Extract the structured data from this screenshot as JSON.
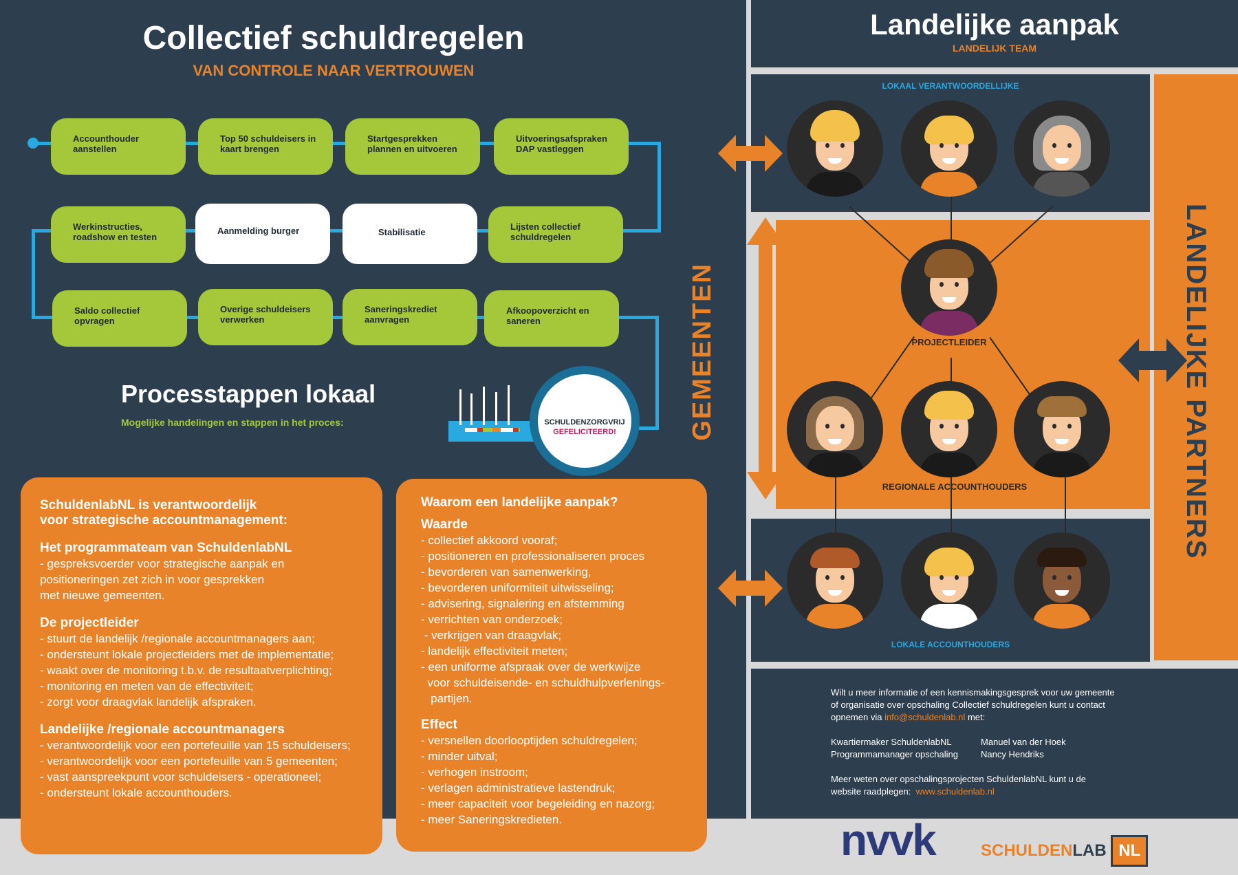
{
  "left": {
    "title": "Collectief schuldregelen",
    "subtitle": "VAN CONTROLE NAAR VERTROUWEN",
    "steps": [
      "Accounthouder aanstellen",
      "Top 50 schuldeisers in kaart brengen",
      "Startgesprekken plannen en uitvoeren",
      "Uitvoeringsafspraken DAP vastleggen",
      "Werkinstructies, roadshow en testen",
      "Aanmelding burger",
      "Stabilisatie",
      "Lijsten collectief schuldregelen",
      "Saldo collectief opvragen",
      "Overige schuldeisers verwerken",
      "Saneringskrediet aanvragen",
      "Afkoopoverzicht en saneren"
    ],
    "process_title": "Processtappen lokaal",
    "process_subtitle": "Mogelijke handelingen en stappen in het proces:",
    "finish_line1": "SCHULDENZORGVRIJ",
    "finish_line2": "GEFELICITEERD!",
    "gemeenten": "GEMEENTEN"
  },
  "box1": {
    "h1": "SchuldenlabNL is verantwoordelijk",
    "h1b": "voor strategische accountmanagement:",
    "s1_title": "Het programmateam van SchuldenlabNL",
    "s1_lines": [
      "- gespreksvoerder voor strategische aanpak en",
      "positioneringen zet zich in voor gesprekken",
      "met nieuwe gemeenten."
    ],
    "s2_title": "De projectleider",
    "s2_lines": [
      "- stuurt de landelijk /regionale accountmanagers aan;",
      "- ondersteunt lokale projectleiders met de implementatie;",
      "- waakt over de monitoring t.b.v. de resultaatverplichting;",
      "- monitoring en meten van de effectiviteit;",
      "- zorgt voor draagvlak landelijk afspraken."
    ],
    "s3_title": "Landelijke /regionale accountmanagers",
    "s3_lines": [
      "- verantwoordelijk voor een portefeuille van 15 schuldeisers;",
      "- verantwoordelijk voor een portefeuille van 5 gemeenten;",
      "- vast aanspreekpunt voor schuldeisers - operationeel;",
      "- ondersteunt lokale accounthouders."
    ]
  },
  "box2": {
    "h1": "Waarom een landelijke aanpak?",
    "s1_title": "Waarde",
    "s1_lines": [
      "- collectief akkoord vooraf;",
      "- positioneren en professionaliseren proces",
      "- bevorderen van samenwerking,",
      "- bevorderen uniformiteit uitwisseling;",
      "- advisering, signalering en afstemming",
      "- verrichten van onderzoek;",
      " - verkrijgen van draagvlak;",
      "- landelijk effectiviteit meten;",
      "- een uniforme afspraak over de werkwijze",
      "  voor schuldeisende- en schuldhulpverlenings-",
      "   partijen."
    ],
    "s2_title": "Effect",
    "s2_lines": [
      "- versnellen doorlooptijden schuldregelen;",
      "- minder uitval;",
      "- verhogen instroom;",
      "- verlagen administratieve lastendruk;",
      "- meer capaciteit voor begeleiding en nazorg;",
      "- meer Saneringskredieten."
    ]
  },
  "right": {
    "title": "Landelijke aanpak",
    "subtitle": "LANDELIJK TEAM",
    "lokaal_verantwoordelijke": "LOKAAL VERANTWOORDELLIJKE",
    "projectleider": "PROJECTLEIDER",
    "regionale": "REGIONALE ACCOUNTHOUDERS",
    "lokale": "LOKALE ACCOUNTHOUDERS",
    "partners": "LANDELIJKE PARTNERS"
  },
  "contact": {
    "p1": "Wilt u meer  informatie of een kennismakingsgesprek voor uw gemeente",
    "p2": "of organisatie over opschaling Collectief schuldregelen kunt u contact",
    "p3a": "opnemen via ",
    "email": "info@schuldenlab.nl",
    "p3b": " met:",
    "n1a": "Kwartiermaker SchuldenlabNL",
    "n1b": "Manuel van der Hoek",
    "n2a": "Programmamanager opschaling",
    "n2b": "Nancy Hendriks",
    "p4": "Meer weten over opschalingsprojecten SchuldenlabNL kunt u de",
    "p5a": "website raadplegen:  ",
    "website": "www.schuldenlab.nl"
  },
  "logos": {
    "nvvk": "nvvk",
    "schuldenlab_a": "SCHULDEN",
    "schuldenlab_b": "LAB",
    "schuldenlab_c": "NL"
  },
  "colors": {
    "navy": "#2d3e4f",
    "orange": "#e8832a",
    "green": "#a5c83a",
    "blue": "#2aa8e0"
  }
}
